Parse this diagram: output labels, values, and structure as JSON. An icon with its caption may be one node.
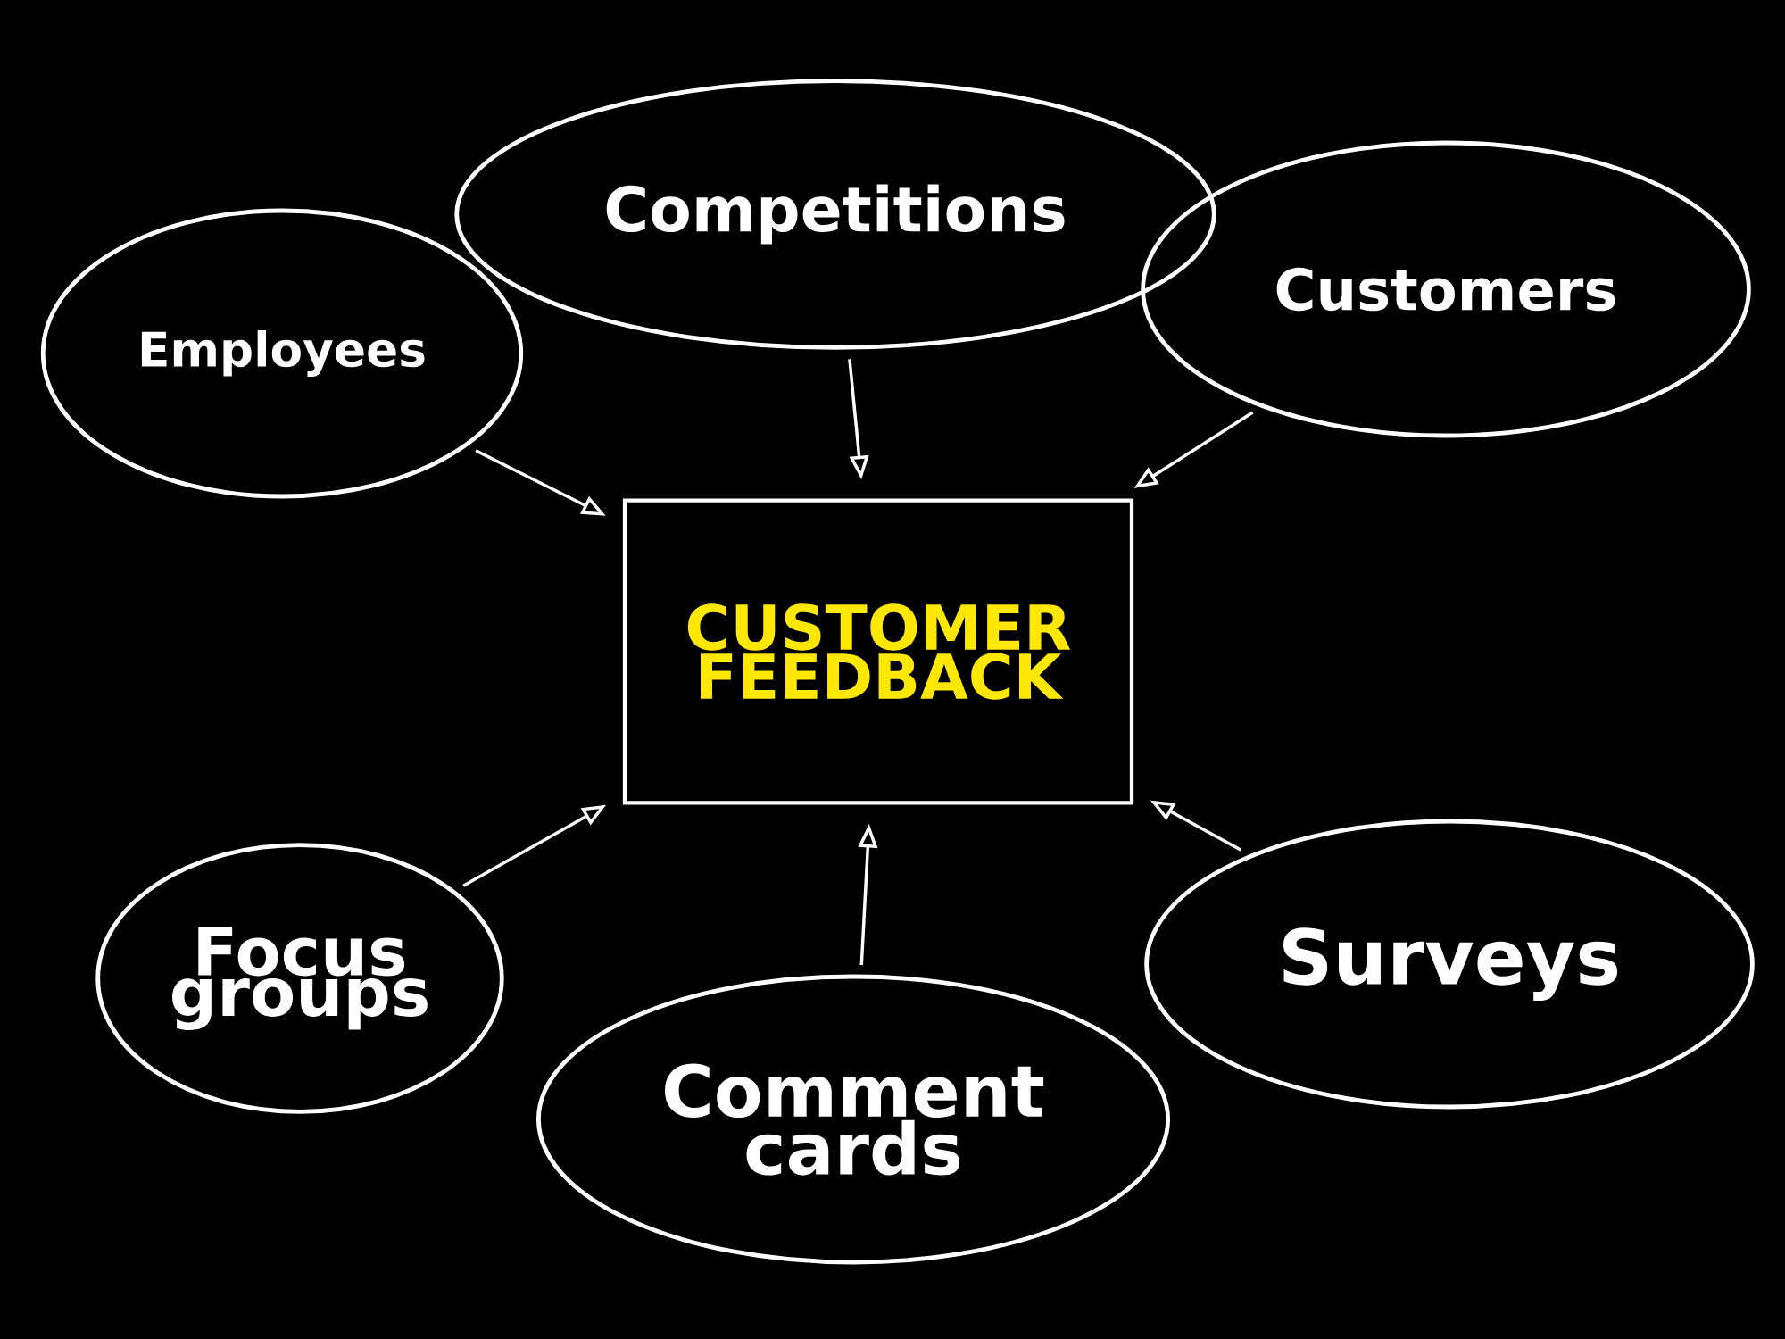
{
  "diagram": {
    "nodes": [
      {
        "text": [
          "Competitions"
        ]
      },
      {
        "text": [
          "Employees"
        ]
      },
      {
        "text": [
          "Customers"
        ]
      },
      {
        "text": [
          "CUSTOMER FEEDBACK"
        ]
      },
      {
        "text": [
          "Focus groups"
        ]
      },
      {
        "text": [
          "Surveys"
        ]
      },
      {
        "text": [
          "Comment cards"
        ]
      }
    ],
    "edges": [
      {
        "from": 0,
        "to": 3,
        "arrow": "to"
      },
      {
        "from": 1,
        "to": 3,
        "arrow": "to"
      },
      {
        "from": 2,
        "to": 3,
        "arrow": "to"
      },
      {
        "from": 4,
        "to": 3,
        "arrow": "to"
      },
      {
        "from": 5,
        "to": 3,
        "arrow": "to"
      },
      {
        "from": 6,
        "to": 3,
        "arrow": "to"
      }
    ]
  }
}
